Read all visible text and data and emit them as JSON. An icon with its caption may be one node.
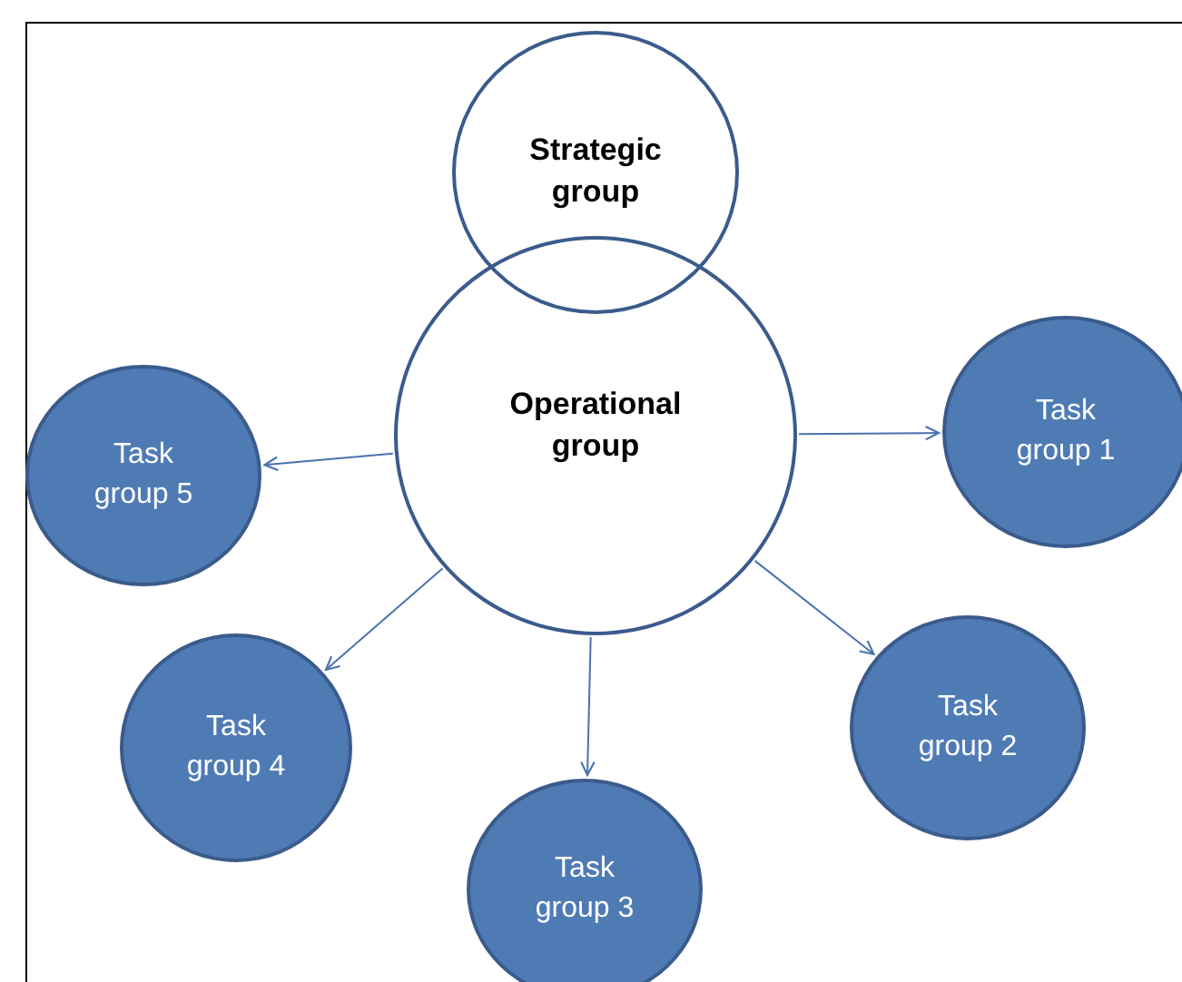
{
  "diagram": {
    "nodes": [
      {
        "text": [
          "Strategic group"
        ]
      },
      {
        "text": [
          "Operational group"
        ]
      },
      {
        "text": [
          "Task group 1"
        ]
      },
      {
        "text": [
          "Task group 5"
        ]
      },
      {
        "text": [
          "Task group 2"
        ]
      },
      {
        "text": [
          "Task group 4"
        ]
      },
      {
        "text": [
          "Task group 3"
        ]
      }
    ],
    "edges": [
      {
        "from": 1,
        "to": 3,
        "arrow": "to"
      },
      {
        "from": 1,
        "to": 2,
        "arrow": "to"
      },
      {
        "from": 1,
        "to": 4,
        "arrow": "to"
      },
      {
        "from": 1,
        "to": 6,
        "arrow": "to"
      },
      {
        "from": 1,
        "to": 5,
        "arrow": "to"
      }
    ]
  }
}
